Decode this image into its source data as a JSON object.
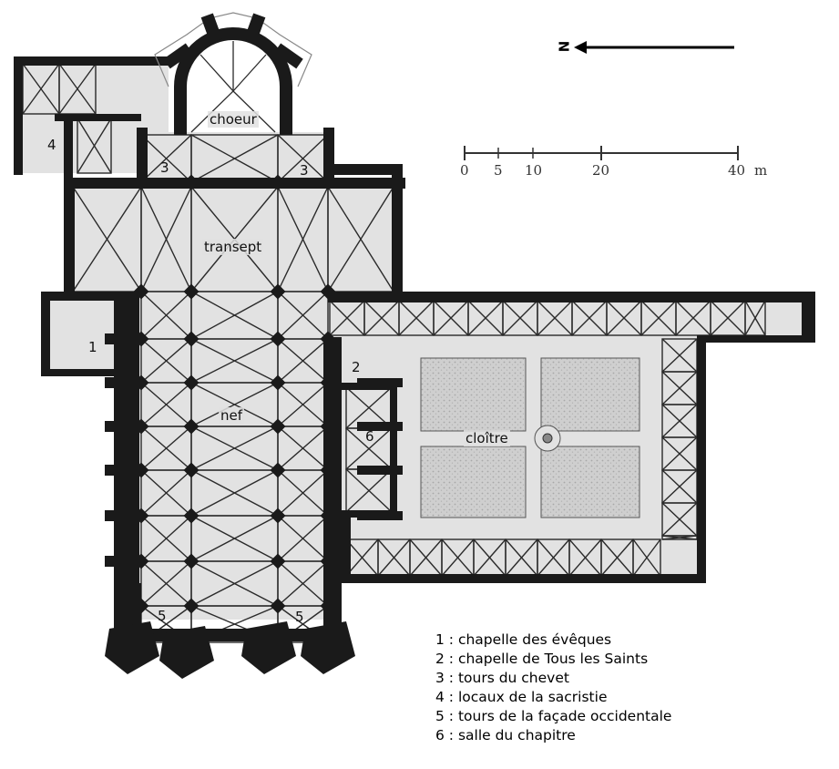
{
  "rooms": {
    "choeur": "choeur",
    "transept": "transept",
    "nef": "nef",
    "cloitre": "cloître"
  },
  "numbers": {
    "n1": "1",
    "n2": "2",
    "n3a": "3",
    "n3b": "3",
    "n4": "4",
    "n5a": "5",
    "n5b": "5",
    "n6": "6"
  },
  "legend": [
    "1 : chapelle des évêques",
    "2 : chapelle de Tous les Saints",
    "3 : tours du chevet",
    "4 : locaux de la sacristie",
    "5 : tours de la façade occidentale",
    "6 : salle du chapitre"
  ],
  "scale": {
    "ticks": [
      "0",
      "5",
      "10",
      "20",
      "40"
    ],
    "unit": "m"
  },
  "north": {
    "letter": "N"
  },
  "colors": {
    "wall": "#1a1a1a",
    "floor": "#e2e2e2",
    "garden": "#c9c9c9",
    "rib": "#2a2a2a"
  }
}
